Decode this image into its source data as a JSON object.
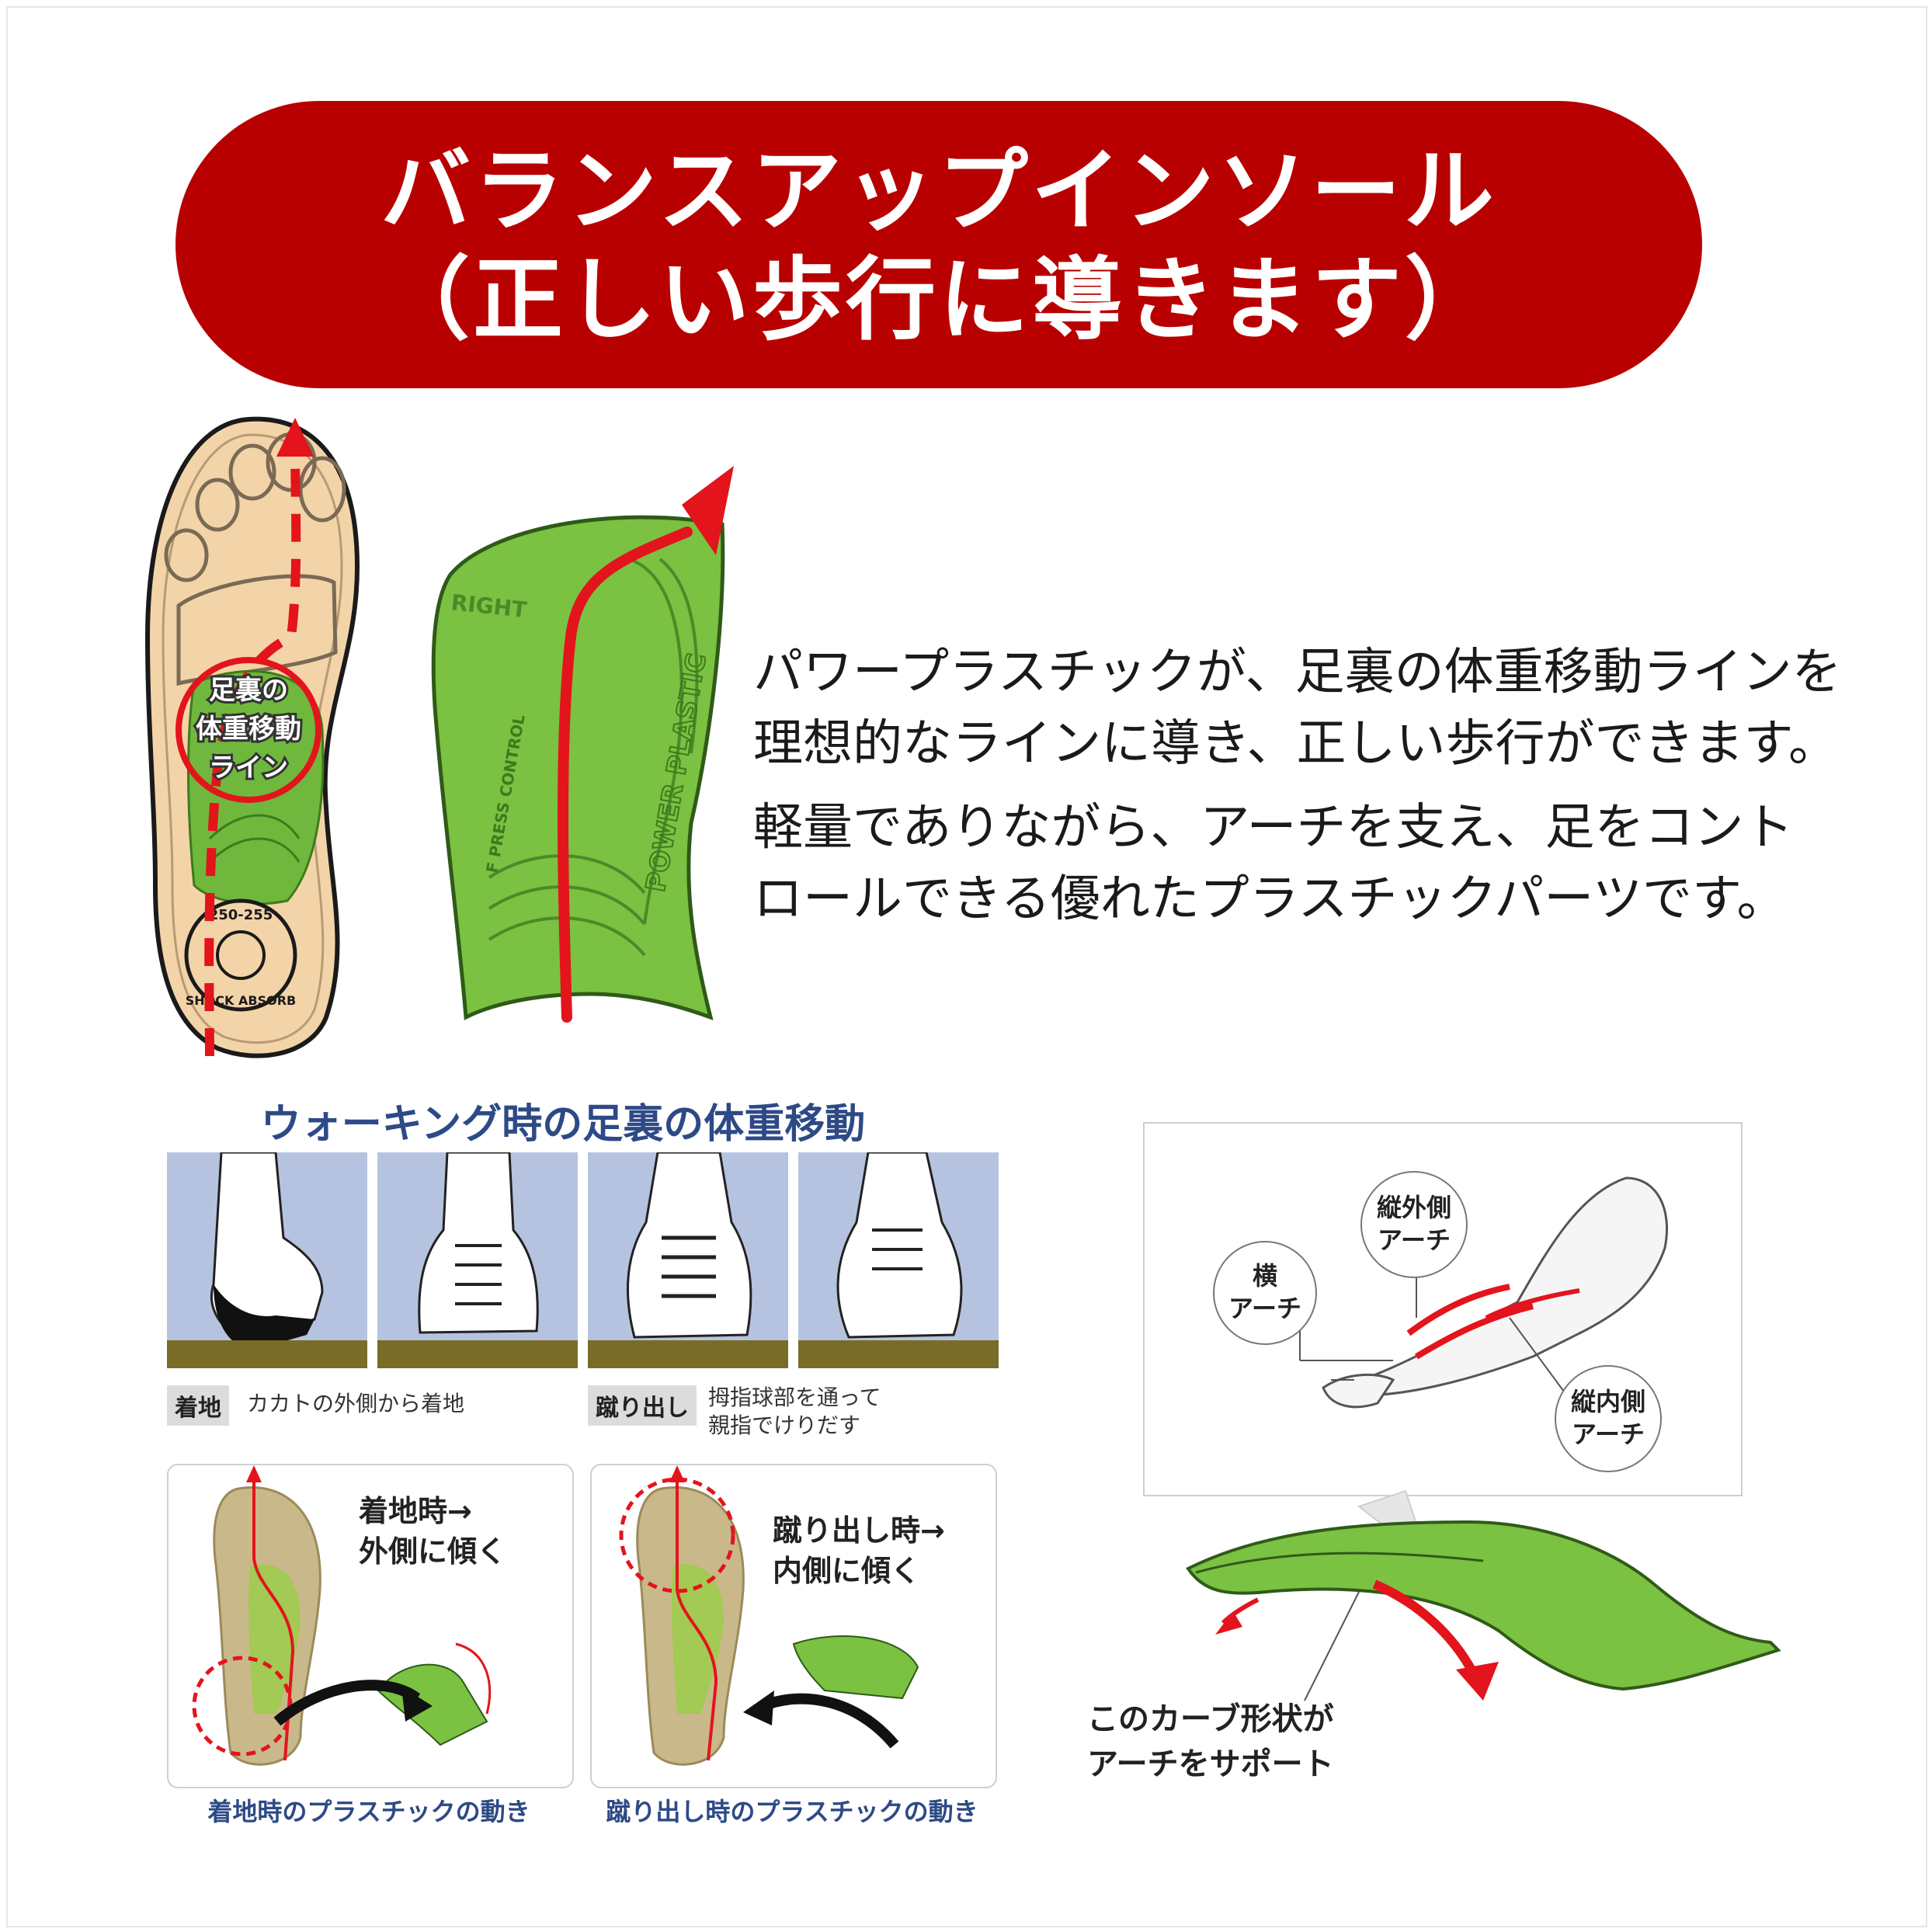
{
  "banner": {
    "line1": "バランスアップインソール",
    "line2": "（正しい歩行に導きます）"
  },
  "insole": {
    "circle_label_line1": "足裏の",
    "circle_label_line2": "体重移動",
    "circle_label_line3": "ライン",
    "heel_text": "SHOCK ABSORB",
    "heel_size": "250-255"
  },
  "plastic": {
    "right_text": "RIGHT",
    "brand_text": "POWER PLASTIC",
    "control_text": "F PRESS CONTROL"
  },
  "description": {
    "para1_line1": "パワープラスチックが、足裏の体重移動ラインを",
    "para1_line2": "理想的なラインに導き、正しい歩行ができます。",
    "para2_line1": "軽量でありながら、アーチを支え、足をコント",
    "para2_line2": "ロールできる優れたプラスチックパーツです。"
  },
  "walking": {
    "title": "ウォーキング時の足裏の体重移動",
    "landing_tag": "着地",
    "landing_desc": "カカトの外側から着地",
    "kickoff_tag": "蹴り出し",
    "kickoff_desc_line1": "拇指球部を通って",
    "kickoff_desc_line2": "親指でけりだす",
    "box1_note_line1": "着地時→",
    "box1_note_line2": "外側に傾く",
    "box1_caption": "着地時のプラスチックの動き",
    "box2_note_line1": "蹴り出し時→",
    "box2_note_line2": "内側に傾く",
    "box2_caption": "蹴り出し時のプラスチックの動き"
  },
  "arch": {
    "transverse_line1": "横",
    "transverse_line2": "アーチ",
    "lateral_line1": "縦外側",
    "lateral_line2": "アーチ",
    "medial_line1": "縦内側",
    "medial_line2": "アーチ",
    "curve_caption_line1": "このカーブ形状が",
    "curve_caption_line2": "アーチをサポート"
  },
  "colors": {
    "banner_red": "#b80000",
    "plastic_green": "#7bc142",
    "insole_beige": "#f3d4a8",
    "arrow_red": "#e3141c",
    "walk_blue": "#2d4a86"
  }
}
